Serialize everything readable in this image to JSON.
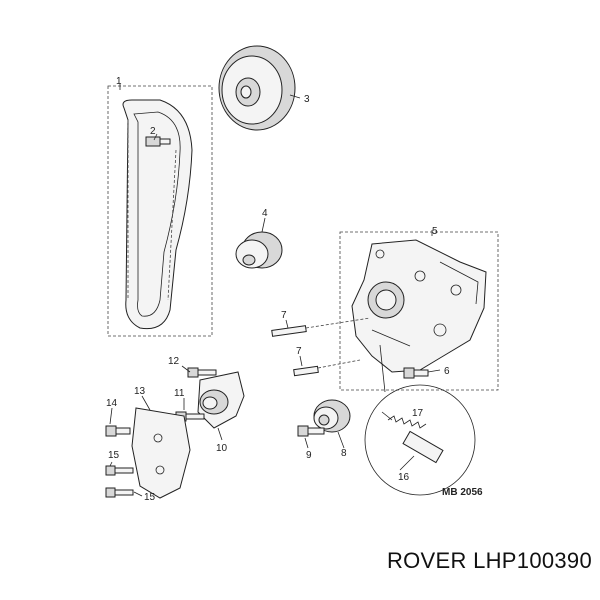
{
  "caption": "ROVER LHP100390",
  "reference": "MB 2056",
  "callouts": {
    "c1": "1",
    "c2": "2",
    "c3": "3",
    "c4": "4",
    "c5": "5",
    "c6": "6",
    "c7a": "7",
    "c7b": "7",
    "c8": "8",
    "c9": "9",
    "c10": "10",
    "c11": "11",
    "c12": "12",
    "c13": "13",
    "c14": "14",
    "c15a": "15",
    "c15b": "15",
    "c16": "16",
    "c17": "17"
  }
}
